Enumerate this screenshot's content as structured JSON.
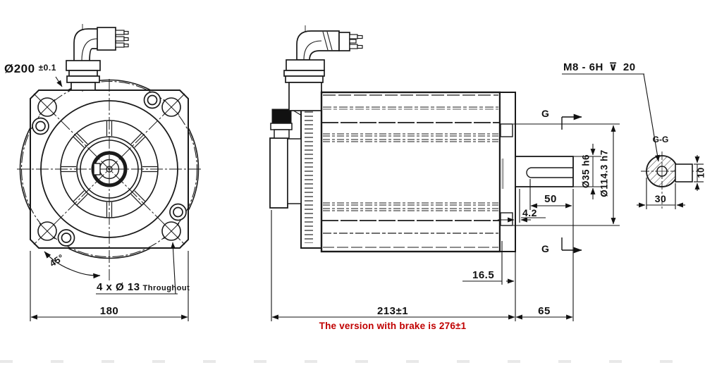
{
  "drawing": {
    "front_view": {
      "flange_diameter": {
        "value": "Ø200",
        "tolerance": "±0.1"
      },
      "corner_angle": "45°",
      "mounting_holes": {
        "label": "4 x Ø 13",
        "note": "Throughout"
      },
      "flange_width": "180"
    },
    "side_view": {
      "body_length": "213±1",
      "brake_note": "The version with brake is 276±1",
      "shoulder_offset": "16.5",
      "shaft_length": "65",
      "key_start": "4.2",
      "key_length": "50",
      "shaft_diameter": "Ø35 h6",
      "pilot_diameter": "Ø114.3 h7",
      "section_mark": "G"
    },
    "section_view": {
      "title": "G-G",
      "thread_spec": "M8 - 6H",
      "depth_symbol": "⊽",
      "thread_depth": "20",
      "flat_width": "30",
      "key_width": "10"
    },
    "colors": {
      "line": "#1a1a1a",
      "note_red": "#c00000",
      "background": "#ffffff"
    }
  }
}
